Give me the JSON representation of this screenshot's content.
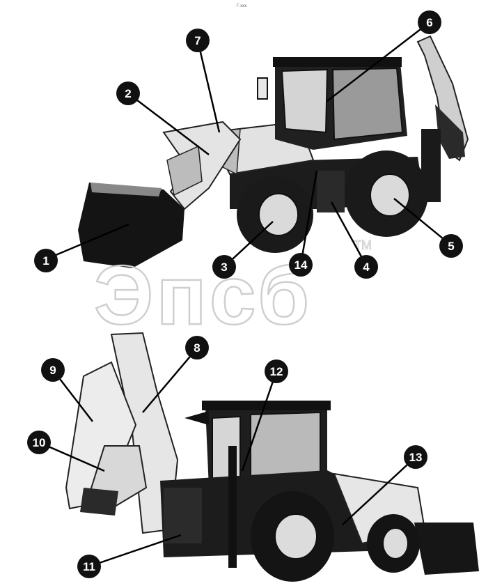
{
  "top_mark": "Г-ххх",
  "watermark": {
    "text": "Эпсб",
    "trademark": "TM"
  },
  "callouts": [
    {
      "id": "callout-1",
      "label": "1"
    },
    {
      "id": "callout-2",
      "label": "2"
    },
    {
      "id": "callout-3",
      "label": "3"
    },
    {
      "id": "callout-4",
      "label": "4"
    },
    {
      "id": "callout-5",
      "label": "5"
    },
    {
      "id": "callout-6",
      "label": "6"
    },
    {
      "id": "callout-7",
      "label": "7"
    },
    {
      "id": "callout-8",
      "label": "8"
    },
    {
      "id": "callout-9",
      "label": "9"
    },
    {
      "id": "callout-10",
      "label": "10"
    },
    {
      "id": "callout-11",
      "label": "11"
    },
    {
      "id": "callout-12",
      "label": "12"
    },
    {
      "id": "callout-13",
      "label": "13"
    },
    {
      "id": "callout-14",
      "label": "14"
    }
  ],
  "colors": {
    "body": "#1a1a1a",
    "panel": "#e6e6e6",
    "tag": "#111111",
    "line": "#000000"
  }
}
